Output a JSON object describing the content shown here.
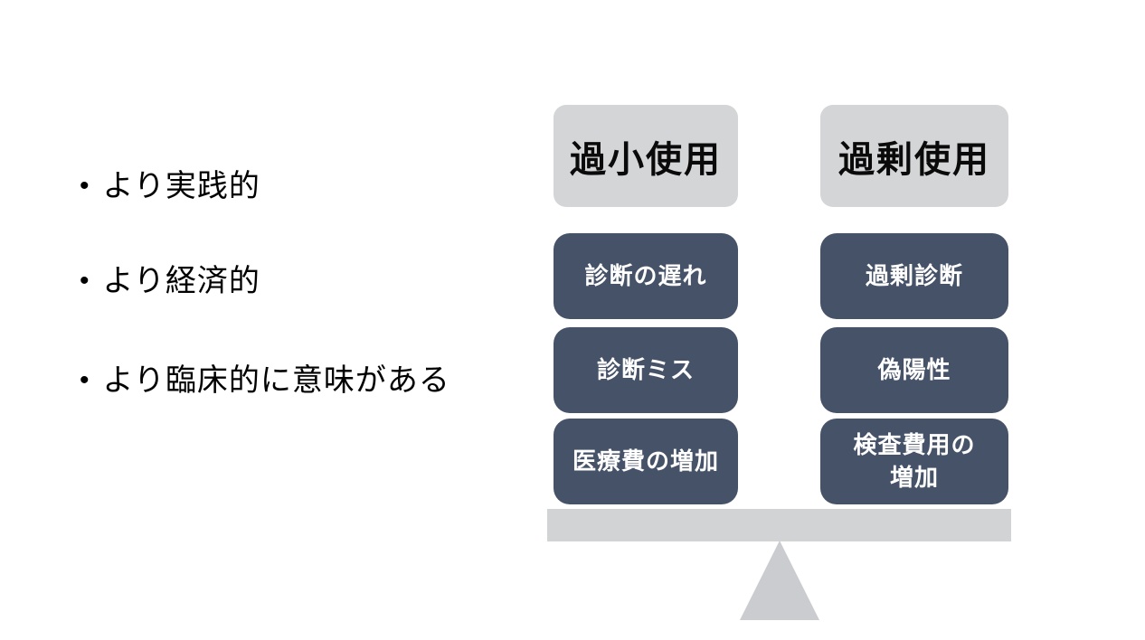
{
  "slide": {
    "background_color": "#ffffff",
    "bullet_list": {
      "marker": "•",
      "items": [
        {
          "label": "より実践的"
        },
        {
          "label": "より経済的"
        },
        {
          "label": "より臨床的に意味がある"
        }
      ]
    },
    "balance_diagram": {
      "columns": [
        {
          "header": "過小使用",
          "items": [
            {
              "label": "診断の遅れ"
            },
            {
              "label": "診断ミス"
            },
            {
              "label": "医療費の増加"
            }
          ]
        },
        {
          "header": "過剰使用",
          "items": [
            {
              "label": "過剰診断"
            },
            {
              "label": "偽陽性"
            },
            {
              "label": "検査費用の\n増加"
            }
          ]
        }
      ],
      "colors": {
        "header_box_bg": "#d4d5d7",
        "header_box_text": "#0a0a0a",
        "item_box_bg": "#455268",
        "item_box_text": "#ffffff",
        "beam": "#d2d3d5",
        "fulcrum": "#cbccd0"
      }
    }
  }
}
